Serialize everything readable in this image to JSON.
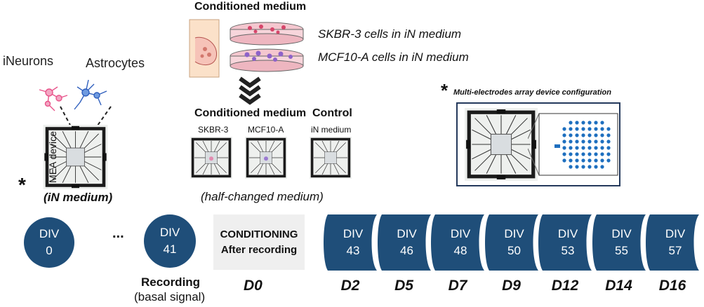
{
  "left": {
    "neurons_label": "iNeurons",
    "astro_label": "Astrocytes",
    "asterisk": "*",
    "device_label": "MEA device",
    "medium_label": "(iN medium)"
  },
  "top": {
    "title": "Conditioned medium",
    "skbr_cells": "SKBR-3 cells in iN medium",
    "mcf_cells": "MCF10-A cells in iN medium"
  },
  "middle": {
    "conditioned_title": "Conditioned medium",
    "control_title": "Control",
    "chip1_label": "SKBR-3",
    "chip2_label": "MCF10-A",
    "chip3_label": "iN medium",
    "half_changed": "(half-changed medium)"
  },
  "inset": {
    "asterisk": "*",
    "title": "Multi-electrodes array device configuration"
  },
  "timeline": {
    "circles": [
      {
        "line1": "DIV",
        "line2": "0"
      },
      {
        "line1": "DIV",
        "line2": "41"
      }
    ],
    "ellipsis": "...",
    "recording": "Recording",
    "basal": "(basal signal)",
    "conditioning_line1": "CONDITIONING",
    "conditioning_line2": "After recording",
    "d0": "D0",
    "segments": [
      {
        "line1": "DIV",
        "line2": "43",
        "day": "D2"
      },
      {
        "line1": "DIV",
        "line2": "46",
        "day": "D5"
      },
      {
        "line1": "DIV",
        "line2": "48",
        "day": "D7"
      },
      {
        "line1": "DIV",
        "line2": "50",
        "day": "D9"
      },
      {
        "line1": "DIV",
        "line2": "53",
        "day": "D12"
      },
      {
        "line1": "DIV",
        "line2": "55",
        "day": "D14"
      },
      {
        "line1": "DIV",
        "line2": "57",
        "day": "D16"
      }
    ]
  },
  "colors": {
    "navy": "#1f4e79",
    "electrode_blue": "#1e6fbf",
    "dish_pink": "#f4c7cf",
    "neuron_pink": "#e8538a",
    "astro_blue": "#2f5fbd"
  }
}
